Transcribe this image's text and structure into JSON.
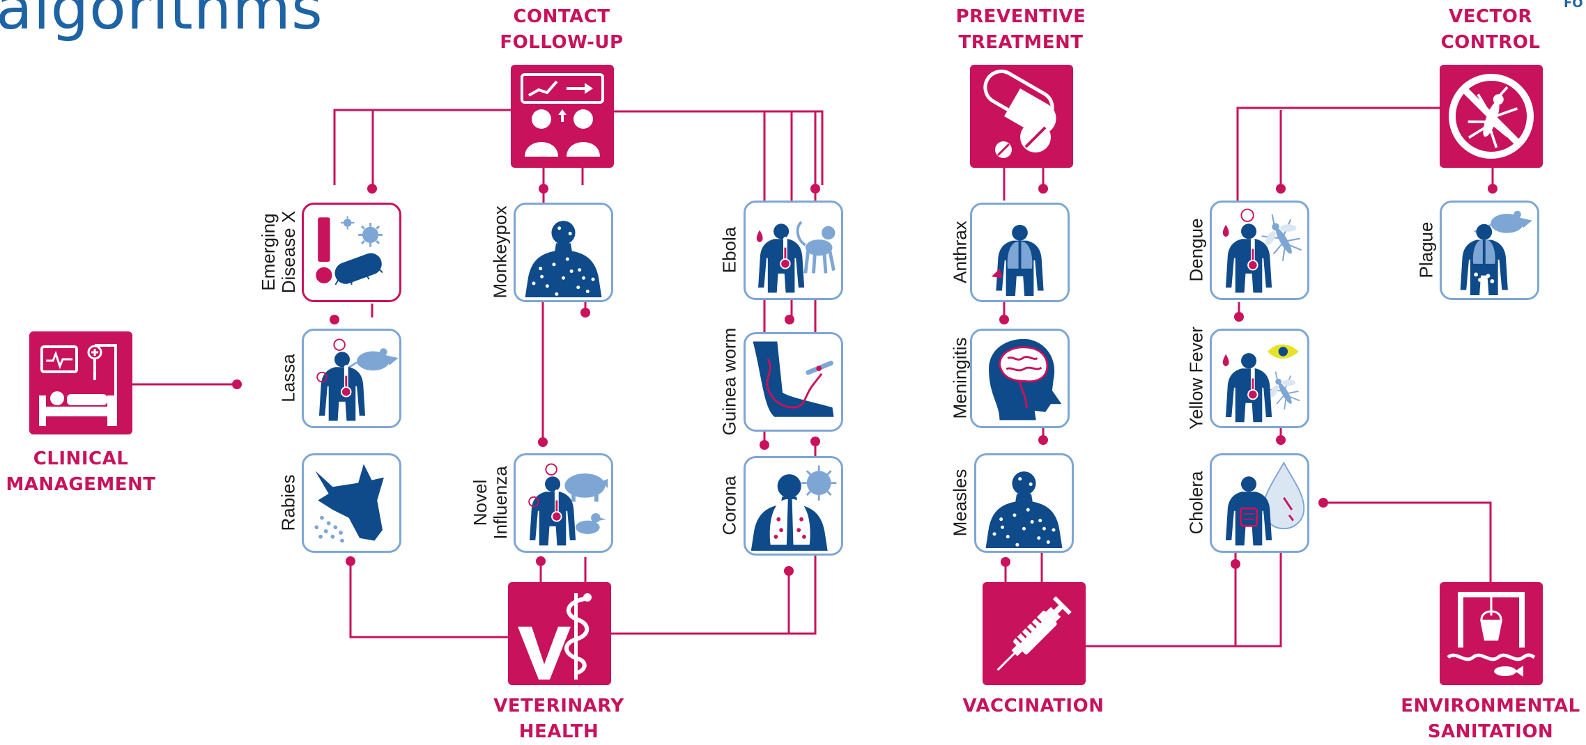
{
  "title": "algorithms",
  "corner_text": "FO",
  "colors": {
    "magenta": "#c8125c",
    "navy": "#0f4a8a",
    "light_blue": "#7ea6d4",
    "tile_border": "#7ea6d4"
  },
  "hubs": {
    "contact_followup": {
      "lines": [
        "CONTACT",
        "FOLLOW-UP"
      ],
      "icon": "monitoring-chart-people-icon"
    },
    "preventive_treatment": {
      "lines": [
        "PREVENTIVE",
        "TREATMENT"
      ],
      "icon": "pills-icon"
    },
    "vector_control": {
      "lines": [
        "VECTOR",
        "CONTROL"
      ],
      "icon": "no-mosquito-icon"
    },
    "clinical_management": {
      "lines": [
        "CLINICAL",
        "MANAGEMENT"
      ],
      "icon": "hospital-bed-icon"
    },
    "veterinary_health": {
      "lines": [
        "VETERINARY",
        "HEALTH"
      ],
      "icon": "veterinary-caduceus-icon"
    },
    "vaccination": {
      "lines": [
        "VACCINATION"
      ],
      "icon": "syringe-icon"
    },
    "environmental_sanitation": {
      "lines": [
        "ENVIRONMENTAL",
        "SANITATION"
      ],
      "icon": "water-bucket-icon"
    }
  },
  "diseases": {
    "emerging_disease_x": {
      "lines": [
        "Emerging",
        "Disease X"
      ],
      "icon": "exclamation-virus-icon"
    },
    "lassa": {
      "lines": [
        "Lassa"
      ],
      "icon": "human-thermometer-rat-icon"
    },
    "rabies": {
      "lines": [
        "Rabies"
      ],
      "icon": "dog-head-icon"
    },
    "monkeypox": {
      "lines": [
        "Monkeypox"
      ],
      "icon": "spotted-torso-icon"
    },
    "novel_influenza": {
      "lines": [
        "Novel",
        "Influenza"
      ],
      "icon": "human-pig-duck-icon"
    },
    "ebola": {
      "lines": [
        "Ebola"
      ],
      "icon": "human-thermometer-monkey-icon"
    },
    "guinea_worm": {
      "lines": [
        "Guinea worm"
      ],
      "icon": "leg-worm-icon"
    },
    "corona": {
      "lines": [
        "Corona"
      ],
      "icon": "head-lungs-virus-icon"
    },
    "anthrax": {
      "lines": [
        "Anthrax"
      ],
      "icon": "human-lungs-icon"
    },
    "meningitis": {
      "lines": [
        "Meningitis"
      ],
      "icon": "head-brain-icon"
    },
    "measles": {
      "lines": [
        "Measles"
      ],
      "icon": "spotted-torso-icon"
    },
    "dengue": {
      "lines": [
        "Dengue"
      ],
      "icon": "human-thermometer-mosquito-icon"
    },
    "yellow_fever": {
      "lines": [
        "Yellow Fever"
      ],
      "icon": "human-thermometer-eye-mosquito-icon"
    },
    "cholera": {
      "lines": [
        "Cholera"
      ],
      "icon": "human-intestine-droplet-icon"
    },
    "plague": {
      "lines": [
        "Plague"
      ],
      "icon": "human-lungs-rat-icon"
    }
  }
}
